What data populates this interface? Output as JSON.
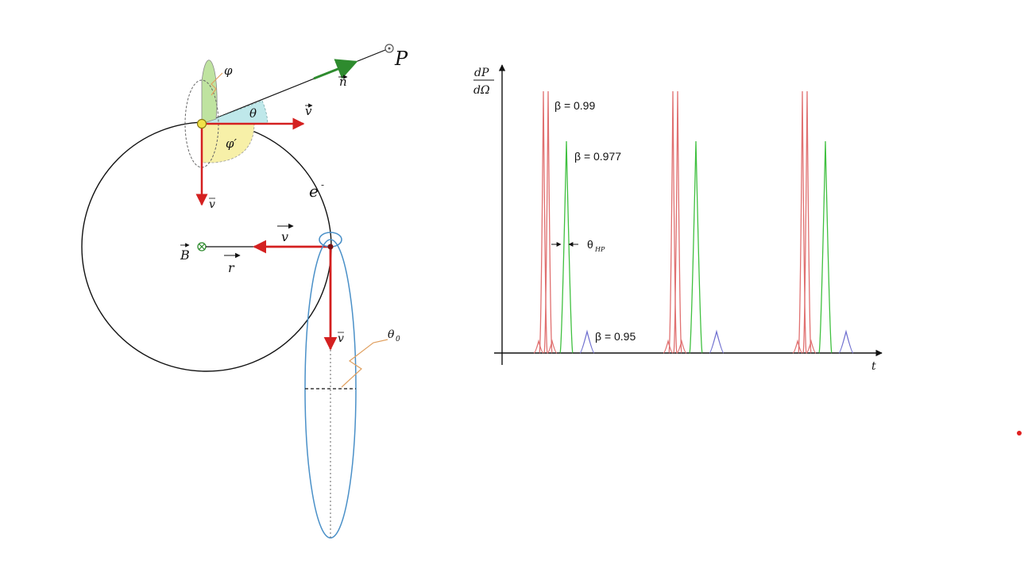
{
  "colors": {
    "ink": "#111111",
    "vector_red": "#d42020",
    "lobe_blue": "#4a90c8",
    "pulse_red": "#e07070",
    "pulse_green": "#40c040",
    "pulse_blue": "#7070d0",
    "angle_cyan": "#bfe8ea",
    "angle_yellow": "#f7f0a8",
    "angle_green": "#bfe3a0",
    "squiggle_orange": "#e0a060",
    "dot_red": "#e02020"
  },
  "left_diagram": {
    "labels": {
      "P": "P",
      "n": "n",
      "phi": "φ",
      "theta": "θ",
      "v_top": "v",
      "phi_prime": "φ′",
      "v_tangent": "v",
      "electron": "e",
      "electron_charge": "-",
      "v_center": "v",
      "B": "B",
      "r": "r",
      "v_bottom": "v",
      "theta0": "θ",
      "theta0_sub": "0"
    }
  },
  "right_chart": {
    "y_label_numerator": "dP",
    "y_label_denominator": "dΩ",
    "x_label": "t",
    "theta_label": "θ",
    "theta_sub": "HP",
    "annotations": [
      "β = 0.99",
      "β = 0.977",
      "β = 0.95"
    ]
  }
}
